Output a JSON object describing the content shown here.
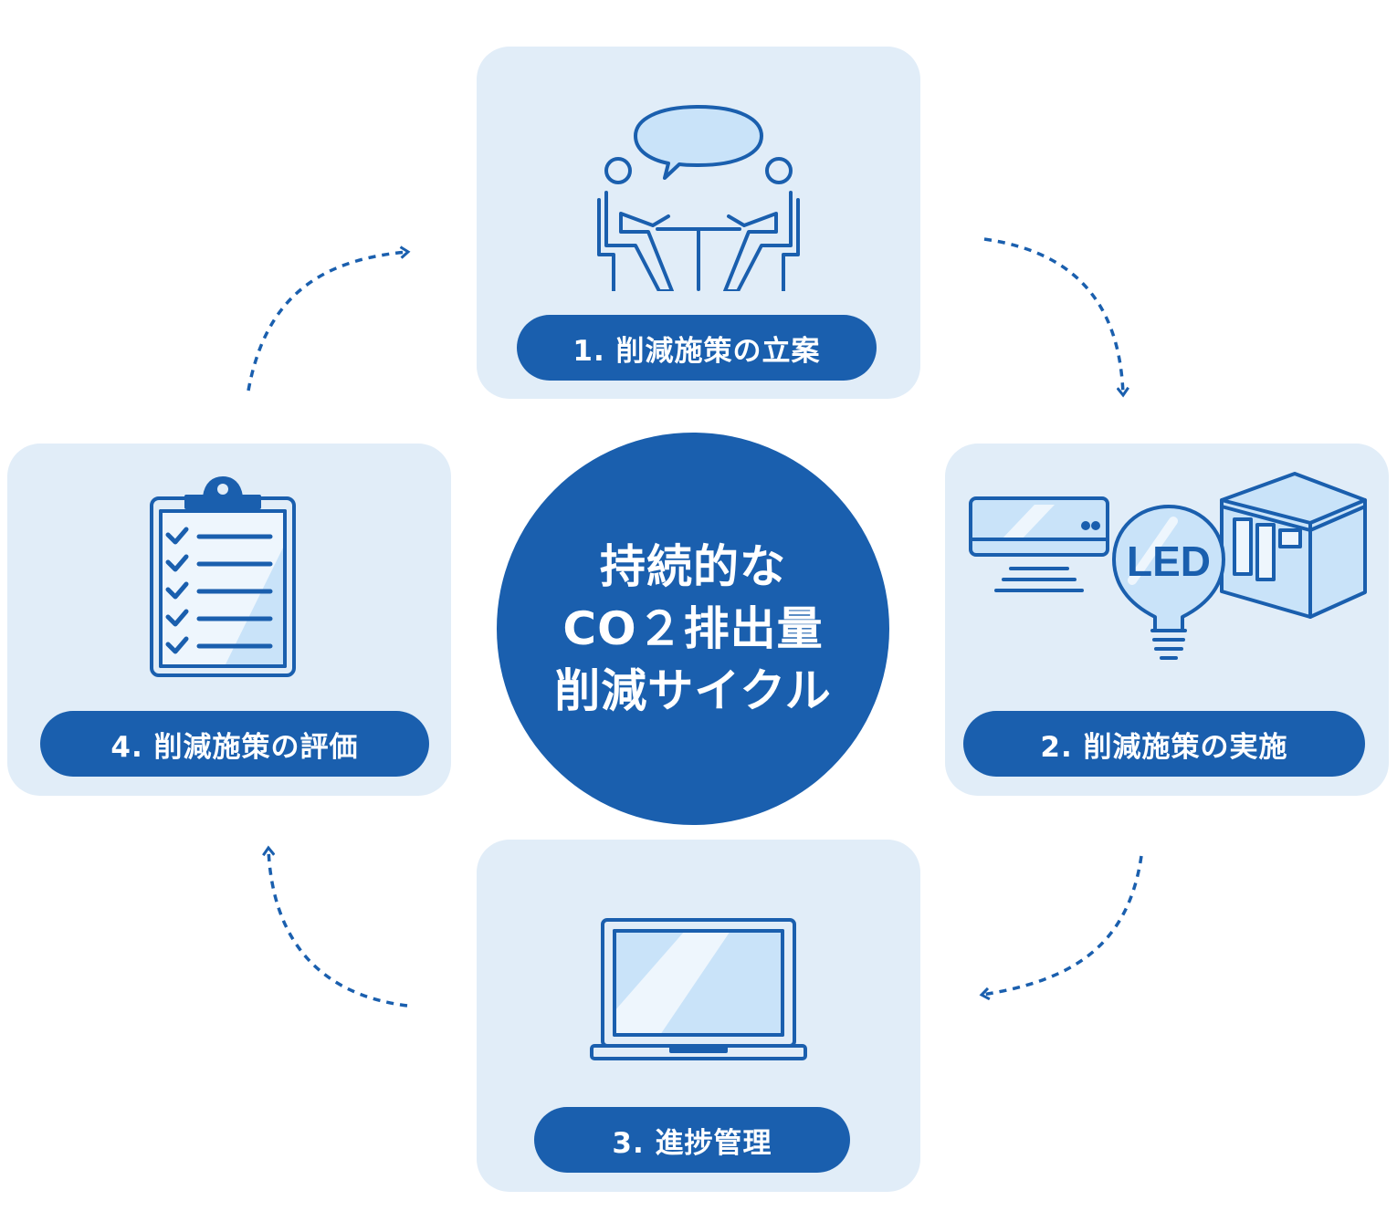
{
  "center": {
    "lines": [
      "持続的な",
      "CO２排出量",
      "削減サイクル"
    ]
  },
  "steps": [
    {
      "label": "1. 削減施策の立案",
      "icon": "meeting-icon"
    },
    {
      "label": "2. 削減施策の実施",
      "icon": "equipment-icon",
      "led_text": "LED"
    },
    {
      "label": "3. 進捗管理",
      "icon": "laptop-icon"
    },
    {
      "label": "4. 削減施策の評価",
      "icon": "clipboard-checklist-icon"
    }
  ],
  "colors": {
    "primary": "#1a5fae",
    "card_bg": "#e1edf8",
    "icon_fill": "#c9e3f9",
    "icon_highlight": "#eef6fd"
  }
}
